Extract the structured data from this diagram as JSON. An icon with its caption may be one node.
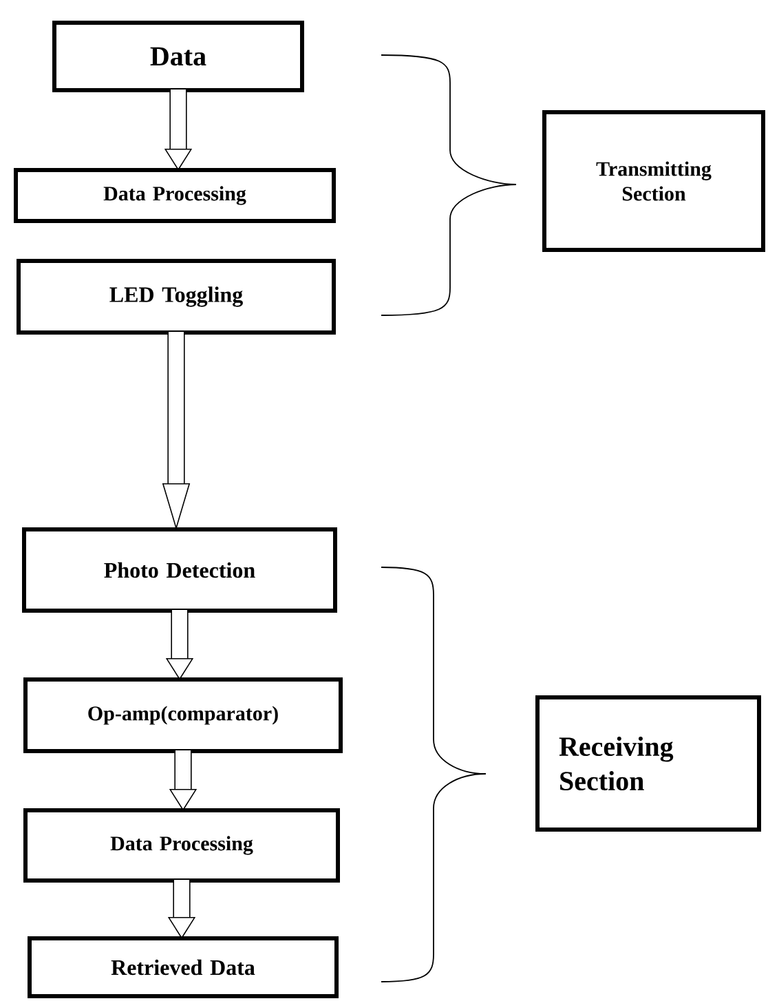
{
  "diagram": {
    "nodes": [
      {
        "text": [
          "Data"
        ]
      },
      {
        "text": [
          "Data Processing"
        ]
      },
      {
        "text": [
          "LED Toggling"
        ]
      },
      {
        "text": [
          "Transmitting Section"
        ]
      },
      {
        "text": [
          "Photo Detection"
        ]
      },
      {
        "text": [
          "Op-amp(comparator)"
        ]
      },
      {
        "text": [
          "Data Processing"
        ]
      },
      {
        "text": [
          "Retrieved Data"
        ]
      },
      {
        "text": [
          "Receiving Section"
        ]
      }
    ],
    "edges": [
      {
        "from": 0,
        "to": 1,
        "arrow": "to"
      },
      {
        "from": 2,
        "to": 4,
        "arrow": "to"
      },
      {
        "from": 4,
        "to": 5,
        "arrow": "to"
      },
      {
        "from": 5,
        "to": 6,
        "arrow": "to"
      },
      {
        "from": 6,
        "to": 7,
        "arrow": "to"
      }
    ]
  }
}
